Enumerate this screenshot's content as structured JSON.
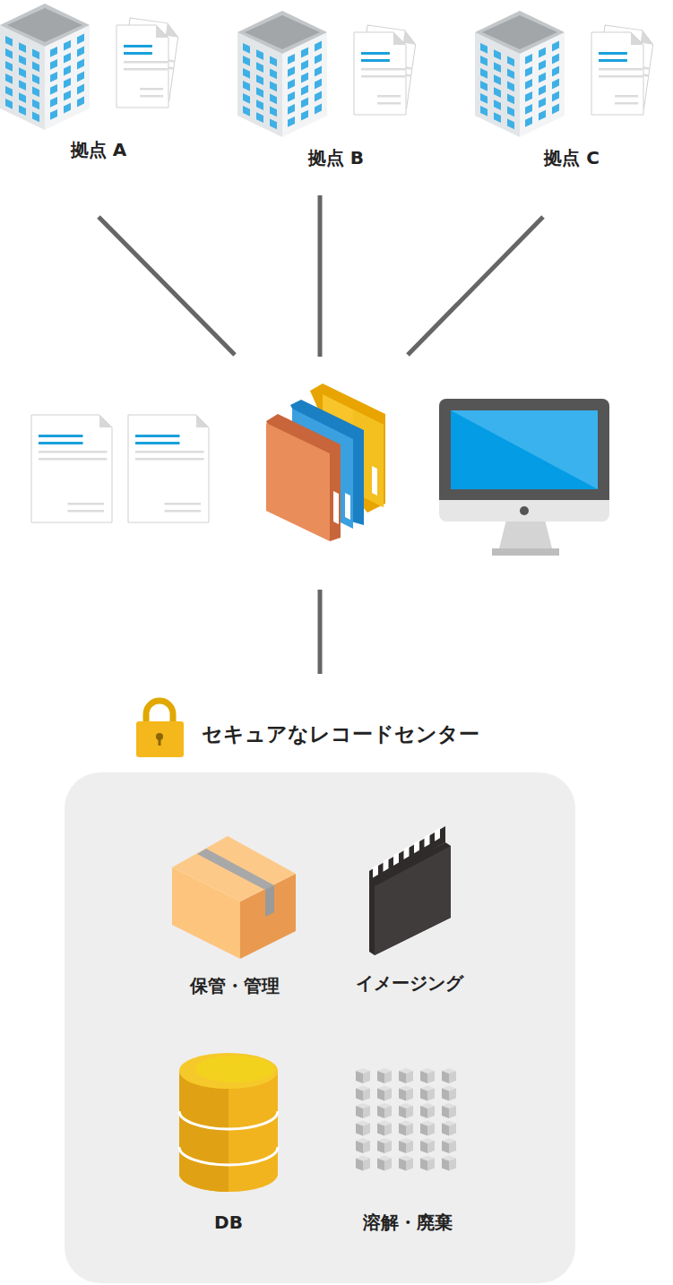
{
  "diagram": {
    "nodes": [
      {
        "text": [
          "拠点 A"
        ]
      },
      {
        "text": [
          "拠点 B"
        ]
      },
      {
        "text": [
          "拠点 C"
        ]
      },
      {
        "text": [
          "セキュアなレコードセンター"
        ]
      },
      {
        "text": [
          "保管・管理"
        ],
        "in": 3
      },
      {
        "text": [
          "イメージング"
        ],
        "in": 3
      },
      {
        "text": [
          "DB"
        ],
        "in": 3
      },
      {
        "text": [
          "溶解・廃棄"
        ],
        "in": 3
      }
    ]
  }
}
